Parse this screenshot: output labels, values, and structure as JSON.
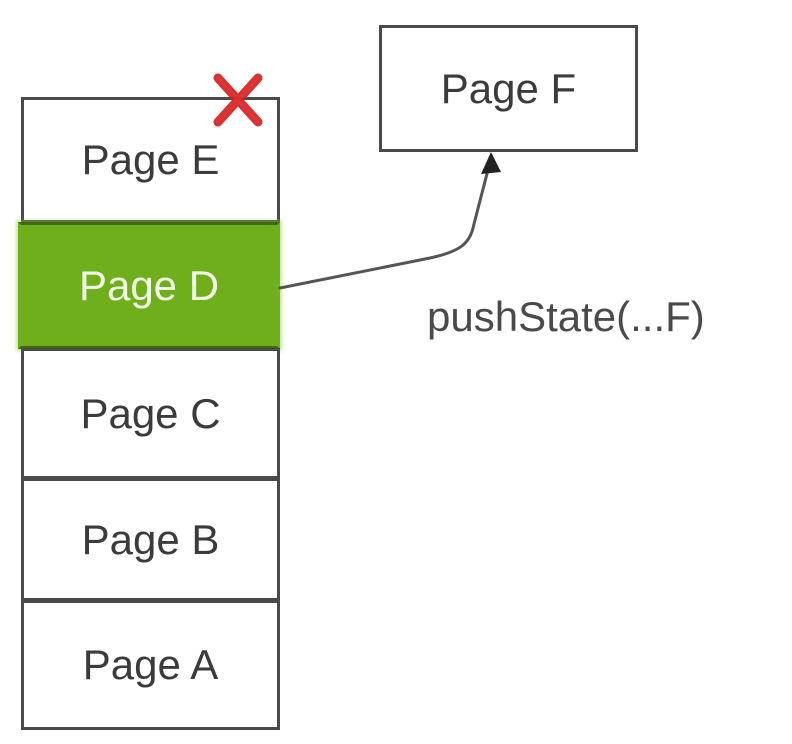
{
  "diagram": {
    "title": "Browser history stack with pushState",
    "background_color": "#ffffff",
    "stack": {
      "name": "history-stack",
      "entries": [
        {
          "id": "e",
          "label": "Page E",
          "state": "removed",
          "text_color": "#3b3b3b",
          "fill_color": "#ffffff",
          "marked_with": "red-x"
        },
        {
          "id": "d",
          "label": "Page D",
          "state": "current",
          "text_color": "#f2fbe8",
          "fill_color": "#70af1c"
        },
        {
          "id": "c",
          "label": "Page C",
          "state": "normal",
          "text_color": "#3b3b3b",
          "fill_color": "#ffffff"
        },
        {
          "id": "b",
          "label": "Page B",
          "state": "normal",
          "text_color": "#3b3b3b",
          "fill_color": "#ffffff"
        },
        {
          "id": "a",
          "label": "Page A",
          "state": "normal",
          "text_color": "#3b3b3b",
          "fill_color": "#ffffff"
        }
      ]
    },
    "new_page": {
      "id": "f",
      "label": "Page F",
      "text_color": "#3b3b3b",
      "fill_color": "#ffffff"
    },
    "annotation": {
      "label": "pushState(...F)",
      "text_color": "#4a4a4a"
    },
    "markers": {
      "x_mark": {
        "name": "red-x",
        "color": "#d42020",
        "meaning": "forward entry discarded"
      }
    },
    "connector": {
      "name": "push-arrow",
      "from": "Page D",
      "to": "Page F",
      "color": "#555555",
      "arrowhead": "filled-triangle"
    },
    "colors": {
      "border": "#4a4a4a",
      "highlight_green": "#70af1c",
      "highlight_green_dark": "#3f6a0c",
      "red": "#d42020",
      "text_dark": "#3b3b3b"
    }
  }
}
